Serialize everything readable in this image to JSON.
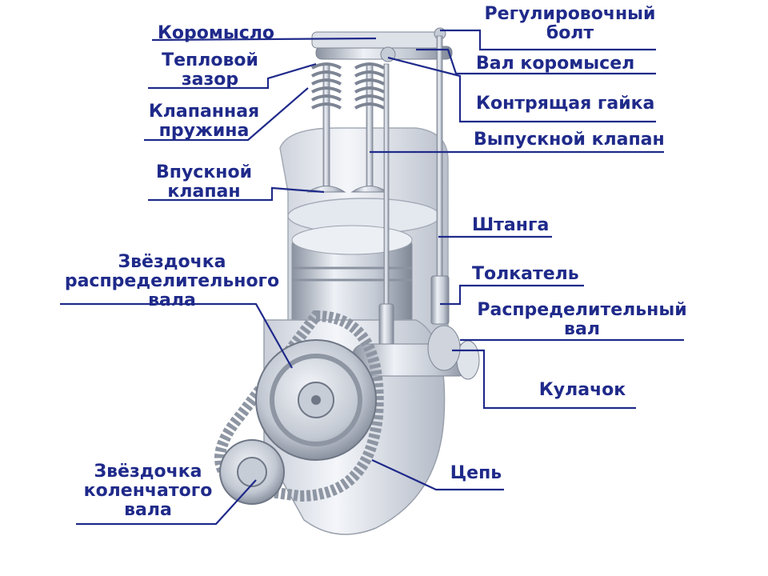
{
  "colors": {
    "label_text": "#1f2a8a",
    "leader_line": "#1f2a8a",
    "metal_light": "#e6e9ef",
    "metal_mid": "#b8bfca",
    "metal_dark": "#7d8594",
    "chain": "#8e96a3"
  },
  "labels": {
    "rocker_arm": "Коромысло",
    "valve_clearance": [
      "Тепловой",
      "зазор"
    ],
    "valve_spring": [
      "Клапанная",
      "пружина"
    ],
    "intake_valve": [
      "Впускной",
      "клапан"
    ],
    "camshaft_sprocket": [
      "Звёздочка",
      "распределительного",
      "вала"
    ],
    "crankshaft_sprocket": [
      "Звёздочка",
      "коленчатого",
      "вала"
    ],
    "adjusting_bolt": [
      "Регулировочный",
      "болт"
    ],
    "rocker_shaft": "Вал коромысел",
    "lock_nut": "Контрящая гайка",
    "exhaust_valve": "Выпускной клапан",
    "pushrod": "Штанга",
    "tappet": "Толкатель",
    "camshaft": [
      "Распределительный",
      "вал"
    ],
    "cam_lobe": "Кулачок",
    "chain": "Цепь"
  }
}
